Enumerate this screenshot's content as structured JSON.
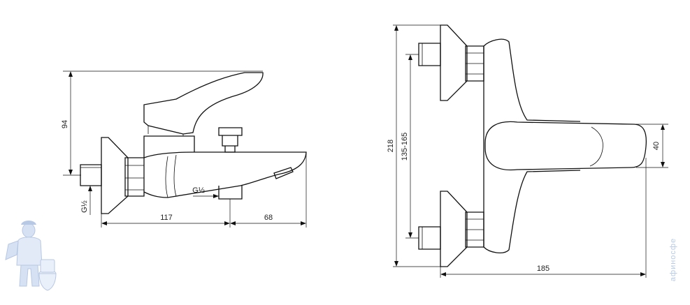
{
  "side_view": {
    "dim_height": "94",
    "dim_thread_inlet": "G½",
    "dim_thread_outlet": "G½",
    "dim_length_body": "117",
    "dim_length_spout": "68"
  },
  "top_view": {
    "dim_total_height": "218",
    "dim_center_distance": "135-165",
    "dim_handle_width": "40",
    "dim_depth": "185"
  },
  "watermark": {
    "text": "афиносфе",
    "logo": "plumber-mascot-icon"
  },
  "colors": {
    "line": "#111111",
    "watermark": "#b9cbe6"
  }
}
